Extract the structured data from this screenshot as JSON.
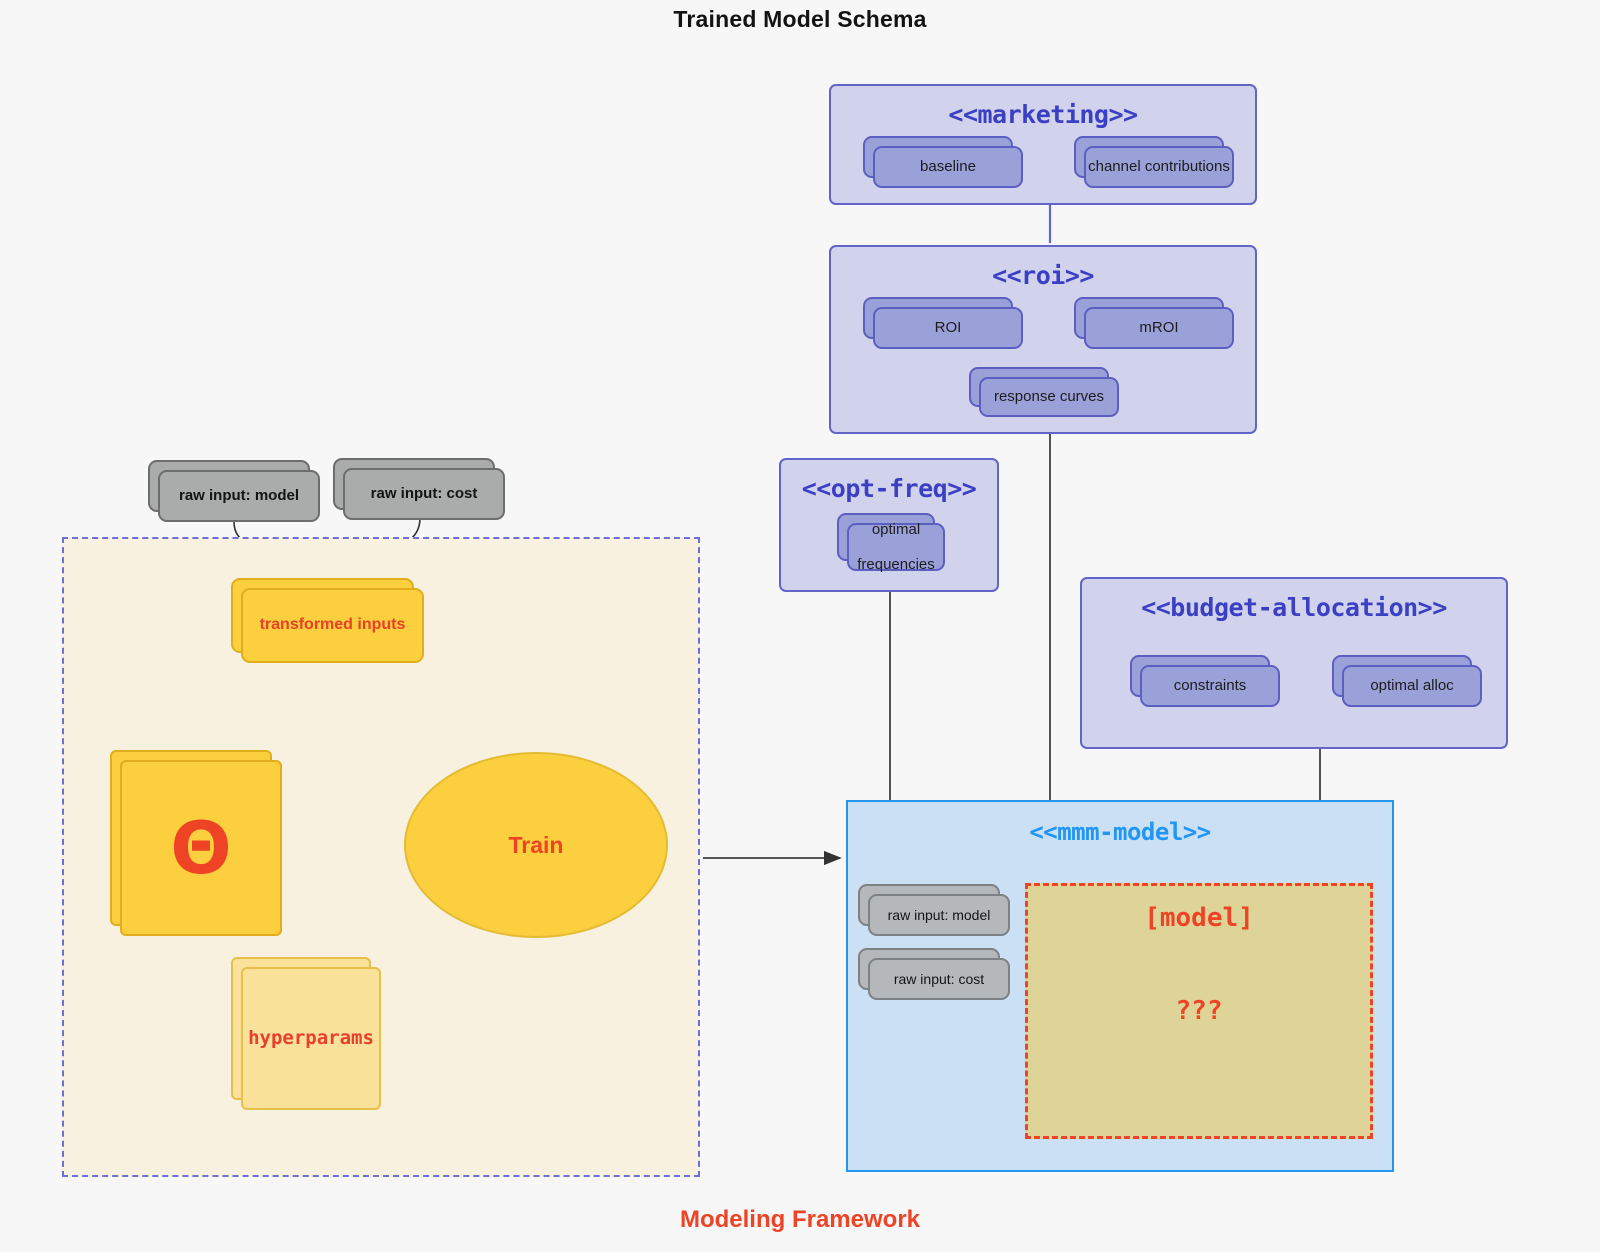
{
  "title": "Trained Model Schema",
  "colors": {
    "background": "#f7f7f7",
    "package_fill": "#d1d2ec",
    "package_border": "#6265c8",
    "package_title": "#3b3fc4",
    "node_purple": "#9aa0d8",
    "node_gray": "#aaabab",
    "node_yellow": "#fbcf3d",
    "accent_red": "#ef4326",
    "mmm_fill": "#cce0f5",
    "mmm_border": "#2196f3",
    "framework_fill": "#f8f1e0",
    "framework_border": "#6b6fd6",
    "model_fill": "#ded497"
  },
  "packages": [
    {
      "id": "marketing",
      "title": "<<marketing>>",
      "nodes": [
        {
          "label": "baseline"
        },
        {
          "label": "channel contributions"
        }
      ]
    },
    {
      "id": "roi",
      "title": "<<roi>>",
      "nodes": [
        {
          "label": "ROI"
        },
        {
          "label": "mROI"
        },
        {
          "label": "response curves"
        }
      ]
    },
    {
      "id": "opt-freq",
      "title": "<<opt-freq>>",
      "nodes": [
        {
          "label": "optimal\nfrequencies",
          "line1": "optimal",
          "line2": "frequencies"
        }
      ]
    },
    {
      "id": "budget-allocation",
      "title": "<<budget-allocation>>",
      "nodes": [
        {
          "label": "constraints"
        },
        {
          "label": "optimal alloc"
        }
      ]
    }
  ],
  "mmm_model": {
    "title": "<<mmm-model>>",
    "inputs": [
      {
        "label": "raw input: model"
      },
      {
        "label": "raw input: cost"
      }
    ],
    "model_box": {
      "label": "[model]",
      "unknown": "???"
    }
  },
  "framework": {
    "label": "Modeling Framework",
    "raw_inputs": [
      {
        "label": "raw input: model"
      },
      {
        "label": "raw input: cost"
      }
    ],
    "transformed_inputs": "transformed inputs",
    "theta": "Θ",
    "hyperparams": "hyperparams",
    "train": "Train"
  }
}
